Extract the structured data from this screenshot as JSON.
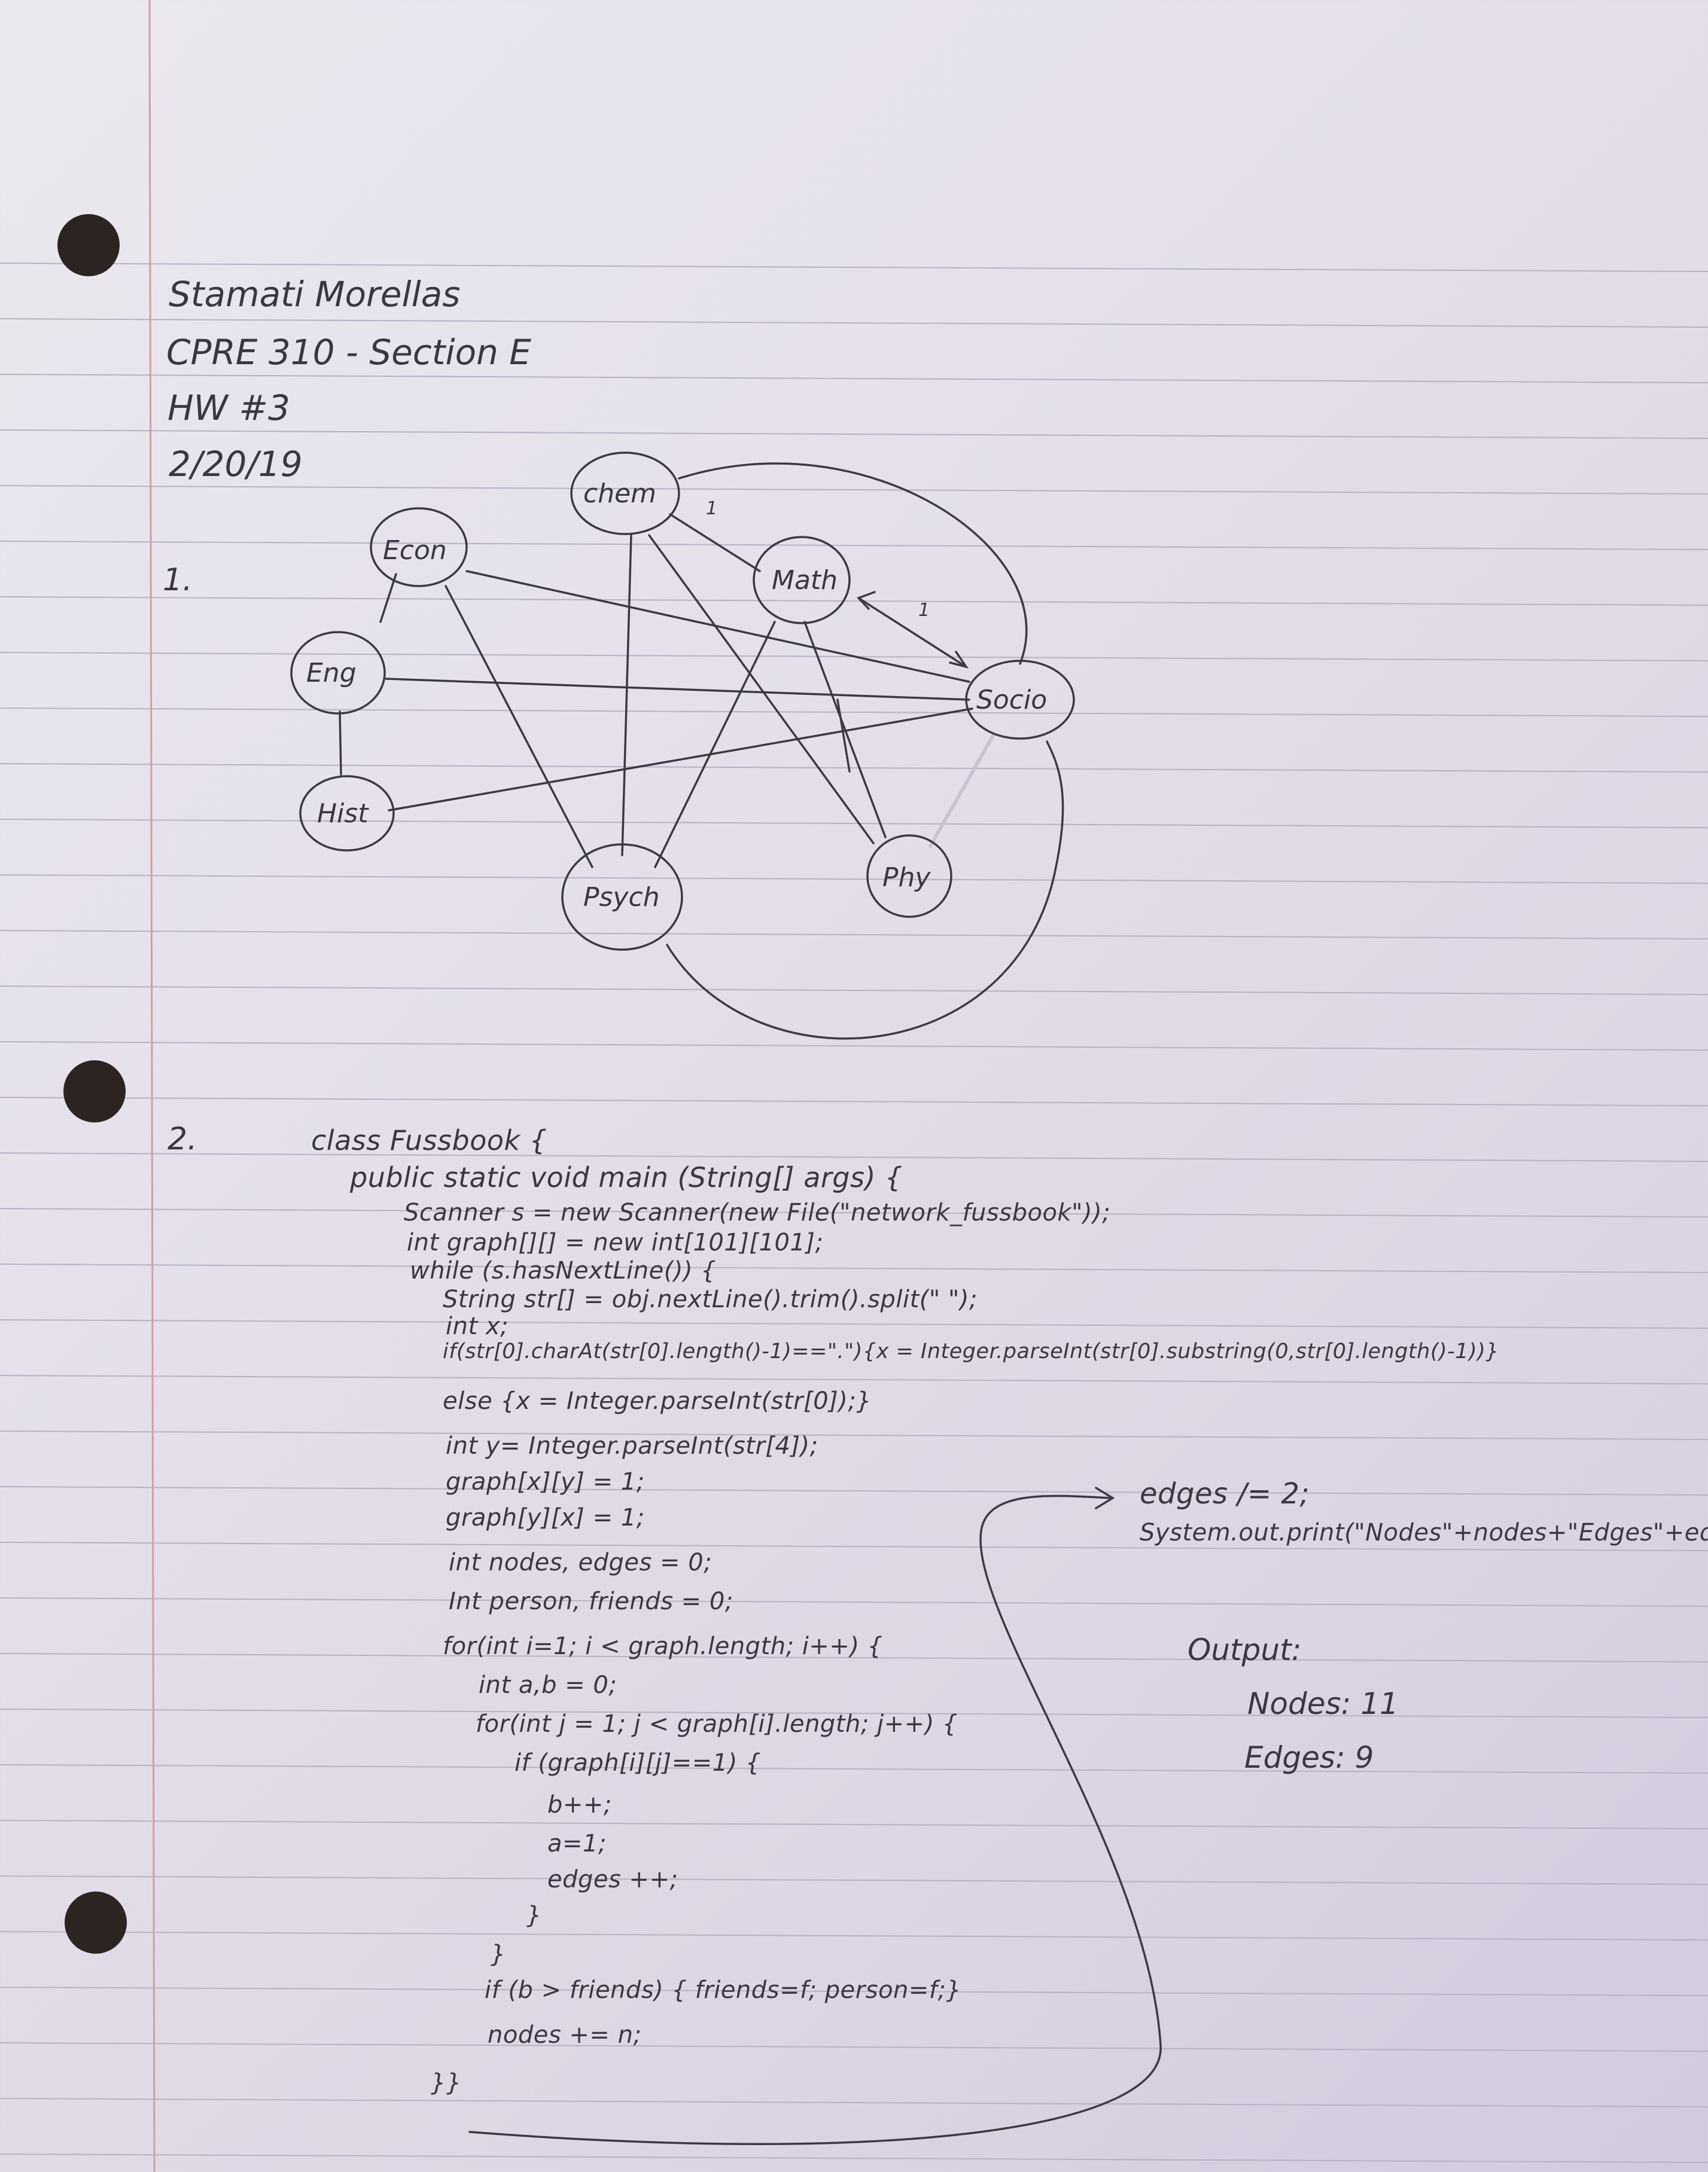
{
  "header": {
    "name": "Stamati Morellas",
    "course": "CPRE 310 - Section E",
    "homework": "HW #3",
    "date": "2/20/19"
  },
  "problem1": {
    "number": "1.",
    "nodes": {
      "chem": "chem",
      "econ": "Econ",
      "math": "Math",
      "eng": "Eng",
      "socio": "Socio",
      "hist": "Hist",
      "psych": "Psych",
      "phy": "Phy"
    },
    "edge_labels": [
      "1",
      "1"
    ]
  },
  "problem2": {
    "number": "2.",
    "code": [
      "class Fussbook {",
      "public static void main (String[] args) {",
      "Scanner s = new Scanner(new File(\"network_fussbook\"));",
      "int graph[][] = new int[101][101];",
      "while (s.hasNextLine()) {",
      "String str[] = obj.nextLine().trim().split(\" \");",
      "int x;",
      "if(str[0].charAt(str[0].length()-1)==\".\"){x = Integer.parseInt(str[0].substring(0,str[0].length()-1))}",
      "else {x = Integer.parseInt(str[0]);}",
      "int y= Integer.parseInt(str[4]);",
      "graph[x][y] = 1;",
      "graph[y][x] = 1;",
      "int nodes, edges = 0;",
      "Int person, friends = 0;",
      "for(int i=1; i < graph.length; i++) {",
      "int a,b = 0;",
      "for(int j = 1; j < graph[i].length; j++) {",
      "if (graph[i][j]==1) {",
      "b++;",
      "a=1;",
      "edges ++;",
      "}",
      "}",
      "if (b > friends) { friends=f; person=f;}",
      "nodes += n;",
      "}}"
    ],
    "continuation": [
      "edges /= 2;",
      "System.out.print(\"Nodes\"+nodes+\"Edges\"+edges);"
    ],
    "output": {
      "title": "Output:",
      "nodes": "Nodes: 11",
      "edges": "Edges: 9"
    }
  }
}
